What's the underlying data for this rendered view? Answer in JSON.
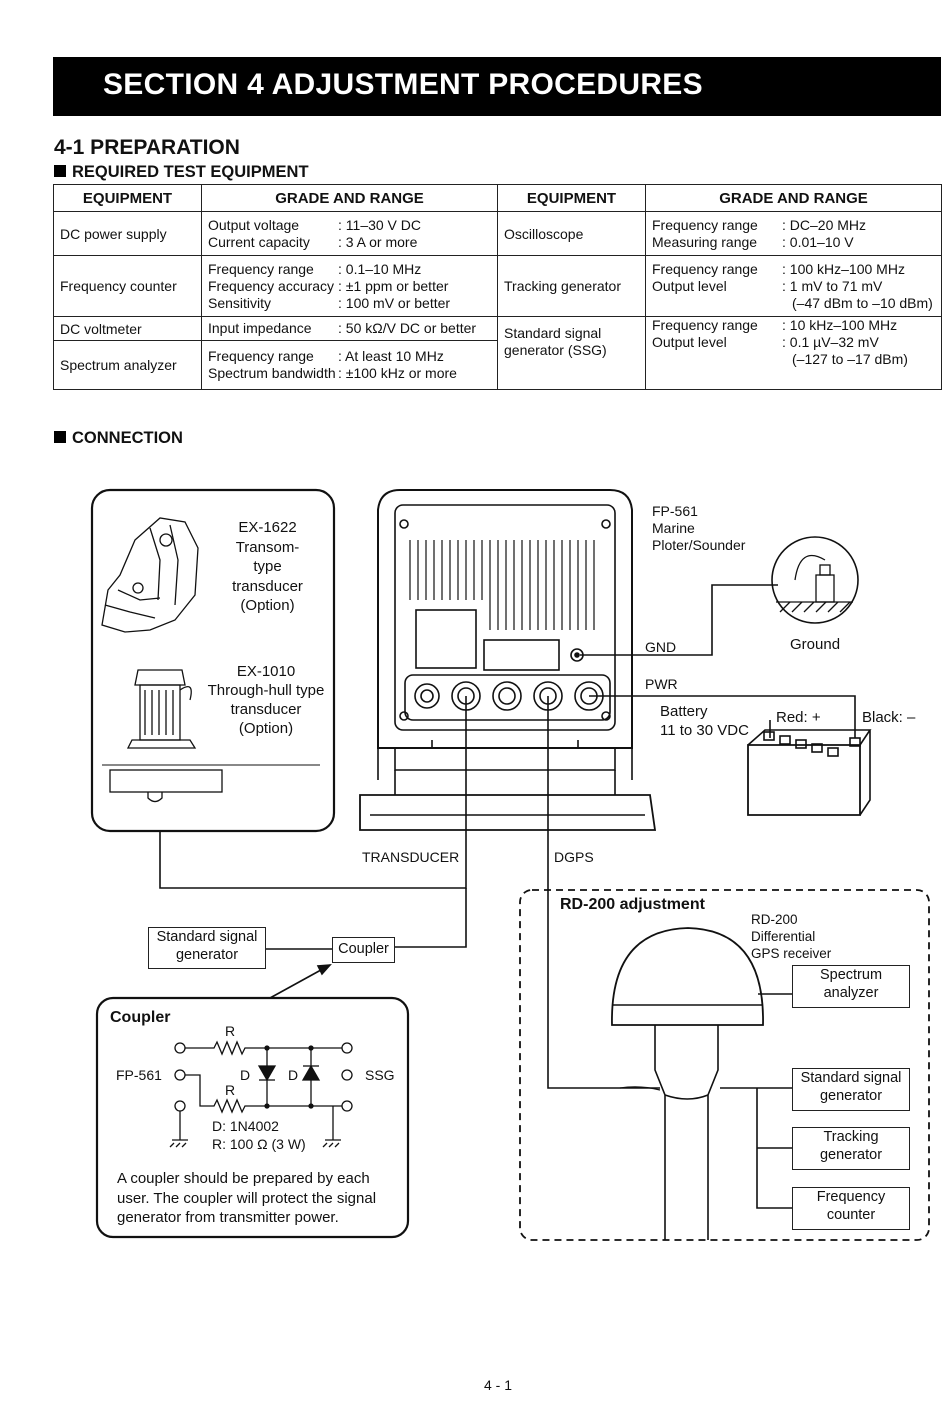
{
  "header": {
    "title": "SECTION 4   ADJUSTMENT PROCEDURES"
  },
  "preparation": {
    "title": "4-1 PREPARATION",
    "subtitle": "REQUIRED TEST EQUIPMENT"
  },
  "table": {
    "headers": [
      "EQUIPMENT",
      "GRADE AND RANGE",
      "EQUIPMENT",
      "GRADE AND RANGE"
    ],
    "left": [
      {
        "name": "DC power supply",
        "lines": [
          [
            "Output voltage",
            ": 11–30 V DC"
          ],
          [
            "Current capacity",
            ": 3 A or more"
          ]
        ]
      },
      {
        "name": "Frequency counter",
        "lines": [
          [
            "Frequency range",
            ": 0.1–10 MHz"
          ],
          [
            "Frequency accuracy",
            ": ±1 ppm or better"
          ],
          [
            "Sensitivity",
            ": 100 mV or better"
          ]
        ]
      },
      {
        "name": "DC voltmeter",
        "lines": [
          [
            "Input impedance",
            ": 50 kΩ/V DC or better"
          ]
        ]
      },
      {
        "name": "Spectrum analyzer",
        "lines": [
          [
            "Frequency range",
            ": At least 10 MHz"
          ],
          [
            "Spectrum bandwidth",
            ": ±100 kHz or more"
          ]
        ]
      }
    ],
    "right": [
      {
        "name": "Oscilloscope",
        "lines": [
          [
            "Frequency range",
            ": DC–20 MHz"
          ],
          [
            "Measuring range",
            ": 0.01–10 V"
          ]
        ]
      },
      {
        "name": "Tracking generator",
        "lines": [
          [
            "Frequency range",
            ": 100 kHz–100 MHz"
          ],
          [
            "Output level",
            ": 1 mV to 71 mV"
          ]
        ],
        "extra": "(–47 dBm to –10 dBm)"
      },
      {
        "name": "Standard signal generator (SSG)",
        "lines": [
          [
            "Frequency range",
            ": 10 kHz–100 MHz"
          ],
          [
            "Output level",
            ": 0.1 µV–32 mV"
          ]
        ],
        "extra": "(–127 to –17 dBm)"
      }
    ]
  },
  "connection": {
    "title": "CONNECTION",
    "ex1622": "EX-1622\nTransom-\ntype\ntransducer\n(Option)",
    "ex1010": "EX-1010\nThrough-hull type\ntransducer\n(Option)",
    "fp561": "FP-561\nMarine\nPloter/Sounder",
    "ground": "Ground",
    "gnd": "GND",
    "pwr": "PWR",
    "battery": "Battery\n11 to 30 VDC",
    "red": "Red: +",
    "black": "Black: –",
    "transducer": "TRANSDUCER",
    "dgps": "DGPS",
    "ssg_box": "Standard signal\ngenerator",
    "coupler_box": "Coupler",
    "rd200_title": "RD-200 adjustment",
    "rd200_label": "RD-200\nDifferential\nGPS receiver",
    "spectrum_box": "Spectrum\nanalyzer",
    "ssg_box2": "Standard signal\ngenerator",
    "tracking_box": "Tracking\ngenerator",
    "freq_box": "Frequency\ncounter",
    "coupler": {
      "title": "Coupler",
      "r1": "R",
      "r2": "R",
      "d1": "D",
      "d2": "D",
      "fp561": "FP-561",
      "ssg": "SSG",
      "d_spec": "D: 1N4002",
      "r_spec": "R: 100 Ω (3 W)",
      "note": "A coupler should be prepared by each\nuser. The coupler will protect the signal\ngenerator from transmitter power."
    }
  },
  "page_number": "4 - 1"
}
